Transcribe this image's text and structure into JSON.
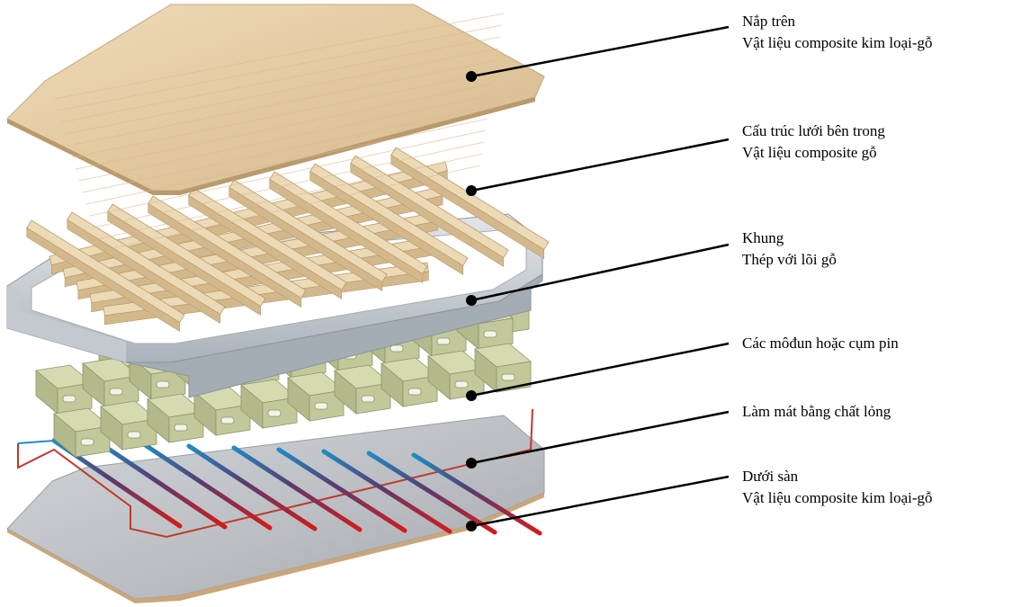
{
  "diagram": {
    "layers": [
      {
        "id": "top-cover",
        "name": "Nắp trên",
        "material": "Vật liệu composite kim loại-gỗ"
      },
      {
        "id": "inner-grid",
        "name": "Cấu trúc lưới bên trong",
        "material": "Vật liệu composite gỗ"
      },
      {
        "id": "frame",
        "name": "Khung",
        "material": "Thép với lõi gỗ"
      },
      {
        "id": "battery-modules",
        "name": "Các môđun hoặc cụm pin",
        "material": ""
      },
      {
        "id": "liquid-cooling",
        "name": "Làm mát bằng chất lỏng",
        "material": ""
      },
      {
        "id": "underfloor",
        "name": "Dưới sàn",
        "material": "Vật liệu composite kim loại-gỗ"
      }
    ]
  },
  "colors": {
    "wood_light": "#ecd9b6",
    "wood_mid": "#dcc195",
    "wood_dark": "#b99a6c",
    "steel_light": "#dde1e5",
    "steel_mid": "#b6bec6",
    "steel_dark": "#8c949c",
    "battery_light": "#cdd2a8",
    "battery_mid": "#b5bb8c",
    "battery_dark": "#8d9468",
    "coolant_hot": "#d51b1b",
    "coolant_cold": "#1f8cc4",
    "floor_light": "#c9cccf",
    "floor_dark": "#a7abaf",
    "leader": "#000000"
  }
}
